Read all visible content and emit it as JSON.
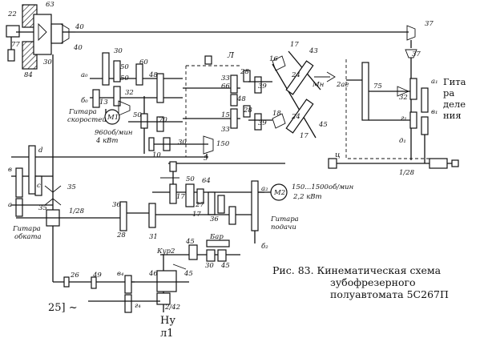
{
  "caption": {
    "line1": "Рис. 83. Кинематическая схема",
    "line2": "зубофрезерного",
    "line3": "полуавтомата 5С267П"
  },
  "side_label": [
    "Гита",
    "ра",
    "деле",
    "ния"
  ],
  "fragments": {
    "bracket": "25] ~",
    "nu": "Ну",
    "l1": "л1"
  },
  "motors": {
    "speed_motor": {
      "symbol": "М1",
      "rpm": "960об/мин",
      "power": "4 кВт"
    },
    "feed_motor": {
      "symbol": "М2",
      "rpm": "150...1500об/мин",
      "power": "2,2 кВт"
    }
  },
  "guitars": {
    "speed": [
      "Гитара",
      "скоростей"
    ],
    "rolling": [
      "Гитара",
      "обката"
    ],
    "feed": [
      "Гитара",
      "подачи"
    ]
  },
  "labels": {
    "g22": "22",
    "g63": "63",
    "g77": "77",
    "g84": "84",
    "g30a": "30",
    "g40a": "40",
    "g40b": "40",
    "g37a": "37",
    "g37b": "37",
    "a0": "а₀",
    "b0": "б₀",
    "g30b": "30",
    "g50a": "50",
    "g50b": "50",
    "g60": "60",
    "g48": "48",
    "g13": "13",
    "g32a": "32",
    "g50c": "50",
    "g70": "70",
    "g10": "10",
    "g30c": "30",
    "g150": "150",
    "g5": "5",
    "L": "Л",
    "g33a": "33",
    "g66": "66",
    "g28a": "28",
    "g48b": "48",
    "g39a": "39",
    "g15": "15",
    "g33b": "33",
    "g28b": "28",
    "g39b": "39",
    "g16a": "16",
    "g17a": "17",
    "g43": "43",
    "g24a": "24",
    "Mn": "Мн",
    "g18": "18",
    "g24b": "24",
    "g45a": "45",
    "g17b": "17",
    "g2ae": "2ае",
    "g75": "75",
    "g32b": "32",
    "a1": "a₁",
    "v1": "в₁",
    "g1": "г₁",
    "d1": "д₁",
    "ts": "ц",
    "r128a": "1/28",
    "d": "d",
    "v": "в",
    "c": "c",
    "a": "а",
    "g35a": "35",
    "g35b": "35",
    "r128b": "1/28",
    "g36a": "36",
    "g28c": "28",
    "g50d": "50",
    "g64": "64",
    "g17c": "17",
    "g27": "27",
    "g17d": "17",
    "g36b": "36",
    "g31": "31",
    "a2": "a₂",
    "b2": "б₂",
    "g45b": "45",
    "bar": "Бар",
    "kur2": "Кур2",
    "g30d": "30",
    "g45c": "45",
    "g46": "46",
    "g45d": "45",
    "g26": "26",
    "g49": "49",
    "v4": "в₄",
    "g4": "г₄",
    "r242": "2/42"
  }
}
